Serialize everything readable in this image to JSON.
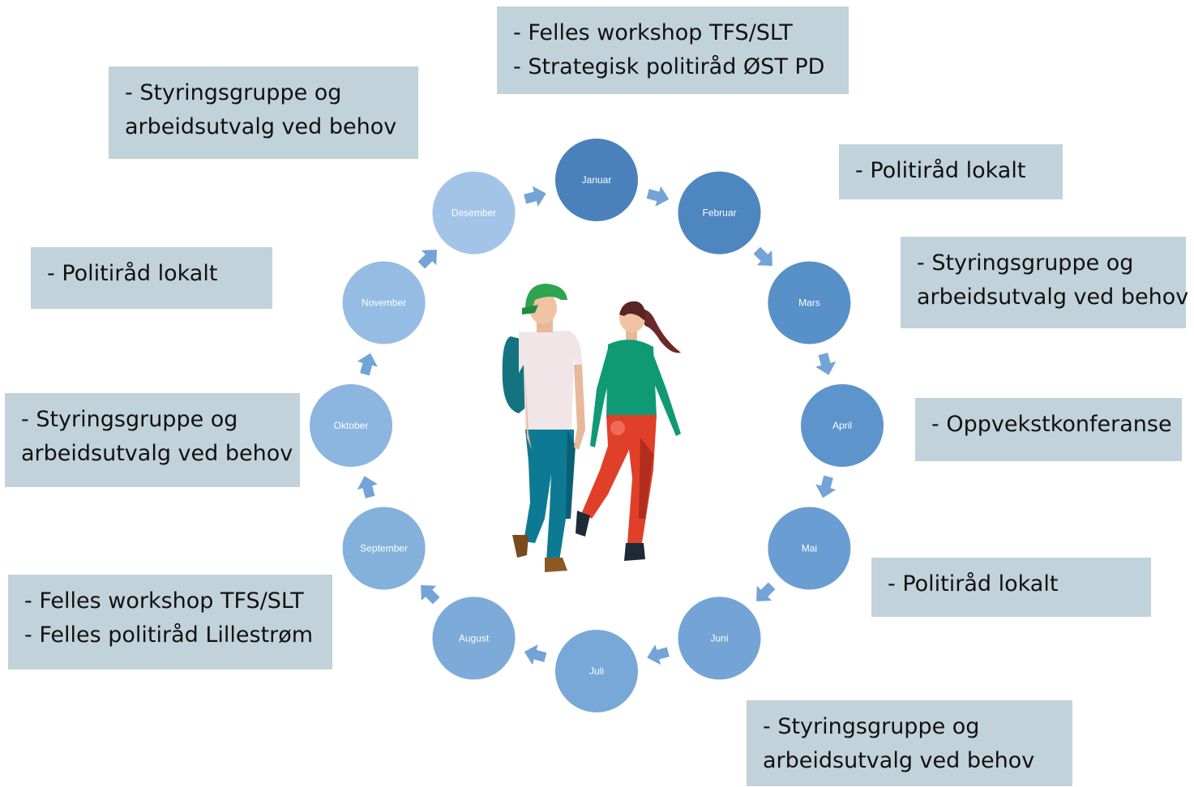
{
  "months": [
    {
      "label": "Januar",
      "color": "#4a81bb"
    },
    {
      "label": "Februar",
      "color": "#4e86c0"
    },
    {
      "label": "Mars",
      "color": "#5890c8"
    },
    {
      "label": "April",
      "color": "#5d94cb"
    },
    {
      "label": "Mai",
      "color": "#6a9dd1"
    },
    {
      "label": "Juni",
      "color": "#73a4d5"
    },
    {
      "label": "Juli",
      "color": "#78a8d8"
    },
    {
      "label": "August",
      "color": "#7caad9"
    },
    {
      "label": "September",
      "color": "#84b0dc"
    },
    {
      "label": "Oktober",
      "color": "#8cb5df"
    },
    {
      "label": "November",
      "color": "#95bce3"
    },
    {
      "label": "Desember",
      "color": "#a4c4e7"
    }
  ],
  "notes": {
    "january": [
      "- Felles workshop TFS/SLT",
      "- Strategisk politiråd ØST PD"
    ],
    "december": [
      "- Styringsgruppe og",
      "arbeidsutvalg ved behov"
    ],
    "february": [
      "- Politiråd lokalt"
    ],
    "march": [
      "- Styringsgruppe og",
      "arbeidsutvalg ved behov"
    ],
    "november": [
      "- Politiråd lokalt"
    ],
    "october": [
      "- Styringsgruppe og",
      "arbeidsutvalg ved behov"
    ],
    "april": [
      "- Oppvekstkonferanse"
    ],
    "may": [
      "- Politiråd lokalt"
    ],
    "august": [
      "- Felles workshop TFS/SLT",
      "- Felles politiråd Lillestrøm"
    ],
    "june": [
      "- Styringsgruppe og",
      "arbeidsutvalg ved behov"
    ]
  },
  "colors": {
    "note_bg": "#c2d2da",
    "arrow": "#5b93d0"
  },
  "illustration": {
    "icon": "walking-couple-illustration"
  }
}
